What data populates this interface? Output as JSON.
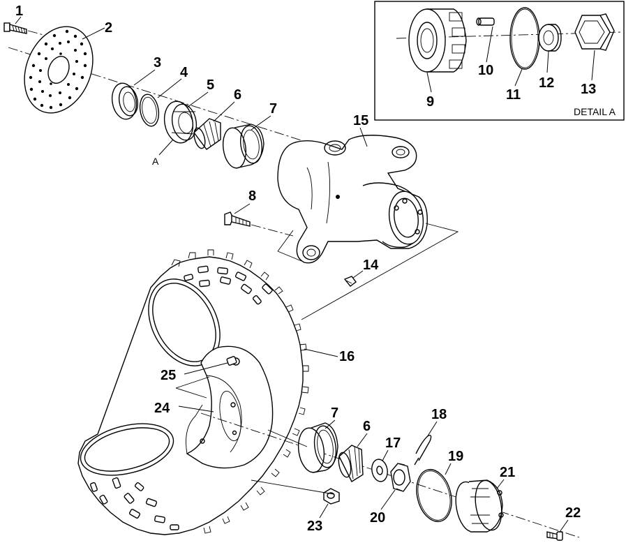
{
  "diagram": {
    "detail_box_title": "DETAIL A",
    "reference_marker": "A",
    "callouts": [
      {
        "id": "c1",
        "text": "1"
      },
      {
        "id": "c2",
        "text": "2"
      },
      {
        "id": "c3",
        "text": "3"
      },
      {
        "id": "c4",
        "text": "4"
      },
      {
        "id": "c5",
        "text": "5"
      },
      {
        "id": "c6a",
        "text": "6"
      },
      {
        "id": "c7a",
        "text": "7"
      },
      {
        "id": "c8",
        "text": "8"
      },
      {
        "id": "c9",
        "text": "9"
      },
      {
        "id": "c10",
        "text": "10"
      },
      {
        "id": "c11",
        "text": "11"
      },
      {
        "id": "c12",
        "text": "12"
      },
      {
        "id": "c13",
        "text": "13"
      },
      {
        "id": "c14",
        "text": "14"
      },
      {
        "id": "c15",
        "text": "15"
      },
      {
        "id": "c16",
        "text": "16"
      },
      {
        "id": "c7b",
        "text": "7"
      },
      {
        "id": "c6b",
        "text": "6"
      },
      {
        "id": "c17",
        "text": "17"
      },
      {
        "id": "c18",
        "text": "18"
      },
      {
        "id": "c19",
        "text": "19"
      },
      {
        "id": "c20",
        "text": "20"
      },
      {
        "id": "c21",
        "text": "21"
      },
      {
        "id": "c22",
        "text": "22"
      },
      {
        "id": "c23",
        "text": "23"
      },
      {
        "id": "c24",
        "text": "24"
      },
      {
        "id": "c25",
        "text": "25"
      }
    ]
  }
}
